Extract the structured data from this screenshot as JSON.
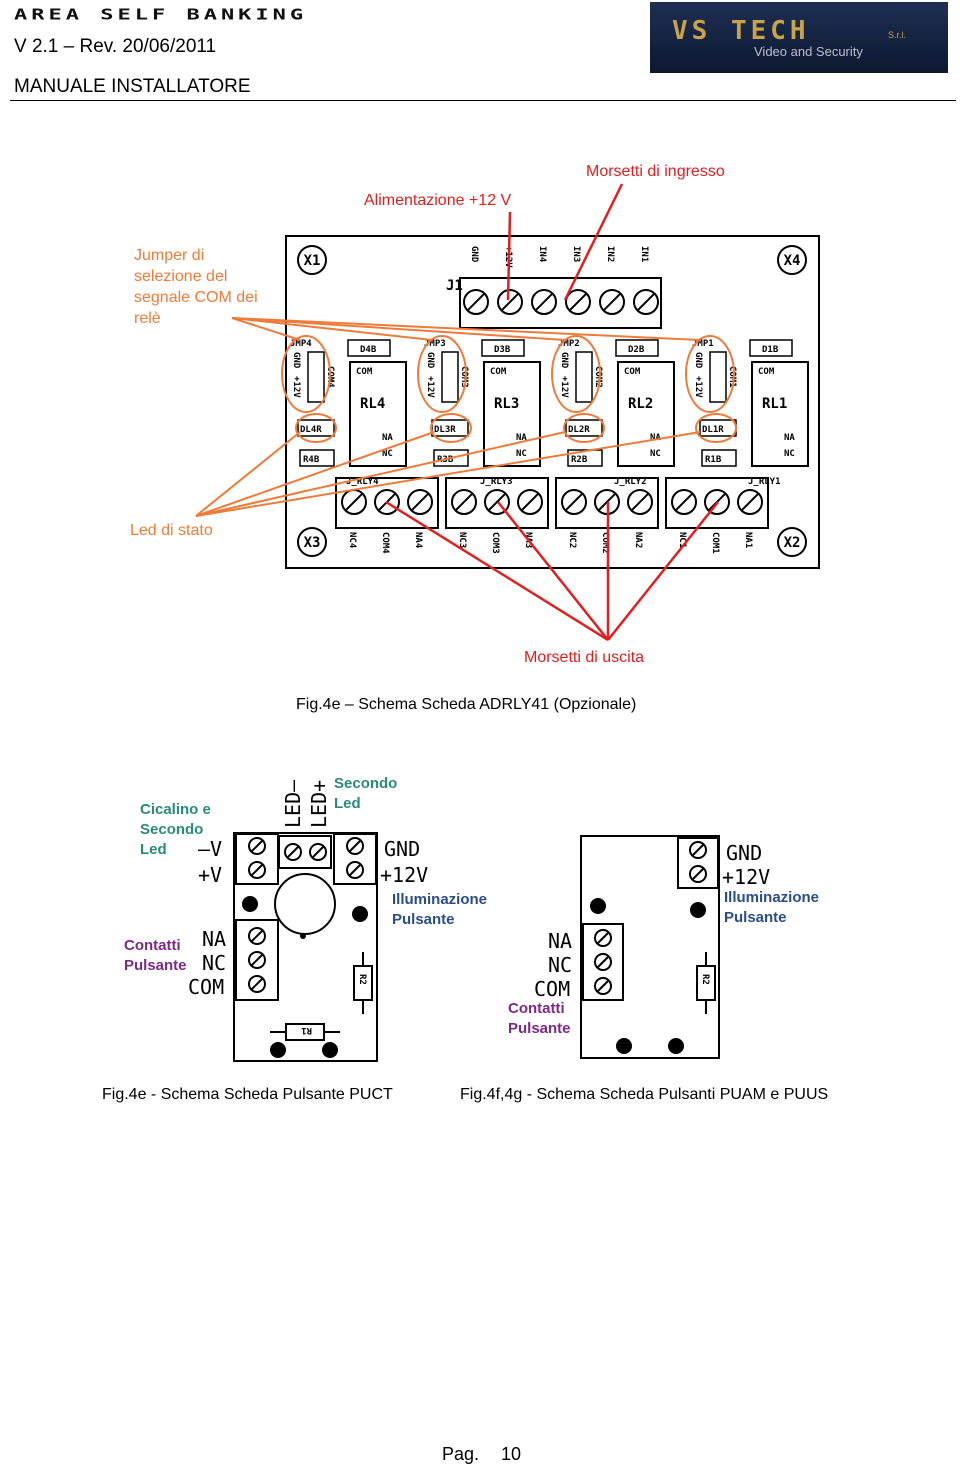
{
  "header": {
    "title": "AREA SELF BANKING",
    "version": "V 2.1 – Rev. 20/06/2011",
    "manual": "MANUALE INSTALLATORE",
    "logo_brand": "VS TECH",
    "logo_srl": "S.r.l.",
    "logo_tagline": "Video and Security"
  },
  "figure1": {
    "caption": "Fig.4e – Schema Scheda ADRLY41 (Opzionale)",
    "labels": {
      "morsetti_ingresso": "Morsetti di ingresso",
      "alimentazione": "Alimentazione +12 V",
      "jumper_l1": "Jumper di",
      "jumper_l2": "selezione del",
      "jumper_l3": "segnale COM dei",
      "jumper_l4": "relè",
      "led_stato": "Led di stato",
      "morsetti_uscita": "Morsetti di uscita"
    },
    "corners": [
      "X1",
      "X4",
      "X3",
      "X2"
    ],
    "input_pins": [
      "GND",
      "+12V",
      "IN4",
      "IN3",
      "IN2",
      "IN1"
    ],
    "connector_j1": "J1",
    "relays": [
      {
        "jmp": "JMP4",
        "diode": "D4B",
        "rl": "RL4",
        "led": "DL4R",
        "res": "R4B",
        "jr": "J_RLY4",
        "jgnd": "GND",
        "j12": "+12V",
        "jcom": "COM4"
      },
      {
        "jmp": "JMP3",
        "diode": "D3B",
        "rl": "RL3",
        "led": "DL3R",
        "res": "R3B",
        "jr": "J_RLY3",
        "jgnd": "GND",
        "j12": "+12V",
        "jcom": "COM3"
      },
      {
        "jmp": "JMP2",
        "diode": "D2B",
        "rl": "RL2",
        "led": "DL2R",
        "res": "R2B",
        "jr": "J_RLY2",
        "jgnd": "GND",
        "j12": "+12V",
        "jcom": "COM2"
      },
      {
        "jmp": "JMP1",
        "diode": "D1B",
        "rl": "RL1",
        "led": "DL1R",
        "res": "R1B",
        "jr": "J_RLY1",
        "jgnd": "GND",
        "j12": "+12V",
        "jcom": "COM1"
      }
    ],
    "relay_small": {
      "com": "COM",
      "na": "NA",
      "nc": "NC"
    },
    "output_pins": [
      "NC4",
      "COM4",
      "NA4",
      "NC3",
      "COM3",
      "NA3",
      "NC2",
      "COM2",
      "NA2",
      "NC1",
      "COM1",
      "NA1"
    ]
  },
  "figure2": {
    "caption": "Fig.4e - Schema Scheda Pulsante PUCT",
    "labels": {
      "cicalino_l1": "Cicalino e",
      "cicalino_l2": "Secondo",
      "cicalino_l3": "Led",
      "secondo_l1": "Secondo",
      "secondo_l2": "Led",
      "illum_l1": "Illuminazione",
      "illum_l2": "Pulsante",
      "contatti_l1": "Contatti",
      "contatti_l2": "Pulsante"
    },
    "pins": {
      "minus_v": "–V",
      "plus_v": "+V",
      "led_minus": "LED–",
      "led_plus": "LED+",
      "gnd": "GND",
      "p12v": "+12V",
      "na": "NA",
      "nc": "NC",
      "com": "COM"
    },
    "components": {
      "r1": "R1",
      "r2": "R2"
    }
  },
  "figure3": {
    "caption": "Fig.4f,4g - Schema Scheda Pulsanti PUAM e PUUS",
    "labels": {
      "illum_l1": "Illuminazione",
      "illum_l2": "Pulsante",
      "contatti_l1": "Contatti",
      "contatti_l2": "Pulsante"
    },
    "pins": {
      "gnd": "GND",
      "p12v": "+12V",
      "na": "NA",
      "nc": "NC",
      "com": "COM"
    },
    "components": {
      "r2": "R2"
    }
  },
  "footer": {
    "page_label": "Pag.",
    "page_number": "10"
  }
}
